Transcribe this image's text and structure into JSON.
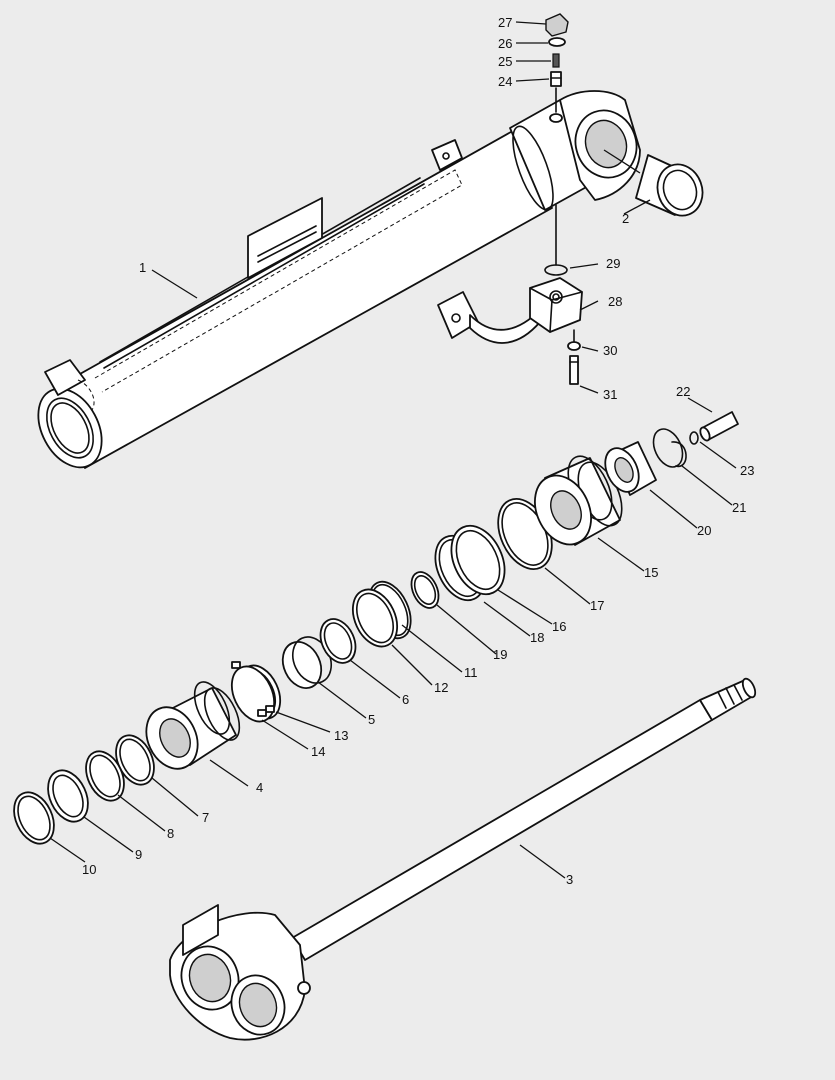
{
  "diagram": {
    "callouts": [
      {
        "id": "1",
        "text": "1"
      },
      {
        "id": "2",
        "text": "2"
      },
      {
        "id": "3",
        "text": "3"
      },
      {
        "id": "4",
        "text": "4"
      },
      {
        "id": "5",
        "text": "5"
      },
      {
        "id": "6",
        "text": "6"
      },
      {
        "id": "7",
        "text": "7"
      },
      {
        "id": "8",
        "text": "8"
      },
      {
        "id": "9",
        "text": "9"
      },
      {
        "id": "10",
        "text": "10"
      },
      {
        "id": "11",
        "text": "11"
      },
      {
        "id": "12",
        "text": "12"
      },
      {
        "id": "13",
        "text": "13"
      },
      {
        "id": "14",
        "text": "14"
      },
      {
        "id": "15",
        "text": "15"
      },
      {
        "id": "16",
        "text": "16"
      },
      {
        "id": "17",
        "text": "17"
      },
      {
        "id": "18",
        "text": "18"
      },
      {
        "id": "19",
        "text": "19"
      },
      {
        "id": "20",
        "text": "20"
      },
      {
        "id": "21",
        "text": "21"
      },
      {
        "id": "22",
        "text": "22"
      },
      {
        "id": "23",
        "text": "23"
      },
      {
        "id": "24",
        "text": "24"
      },
      {
        "id": "25",
        "text": "25"
      },
      {
        "id": "26",
        "text": "26"
      },
      {
        "id": "27",
        "text": "27"
      },
      {
        "id": "28",
        "text": "28"
      },
      {
        "id": "29",
        "text": "29"
      },
      {
        "id": "30",
        "text": "30"
      },
      {
        "id": "31",
        "text": "31"
      }
    ]
  }
}
